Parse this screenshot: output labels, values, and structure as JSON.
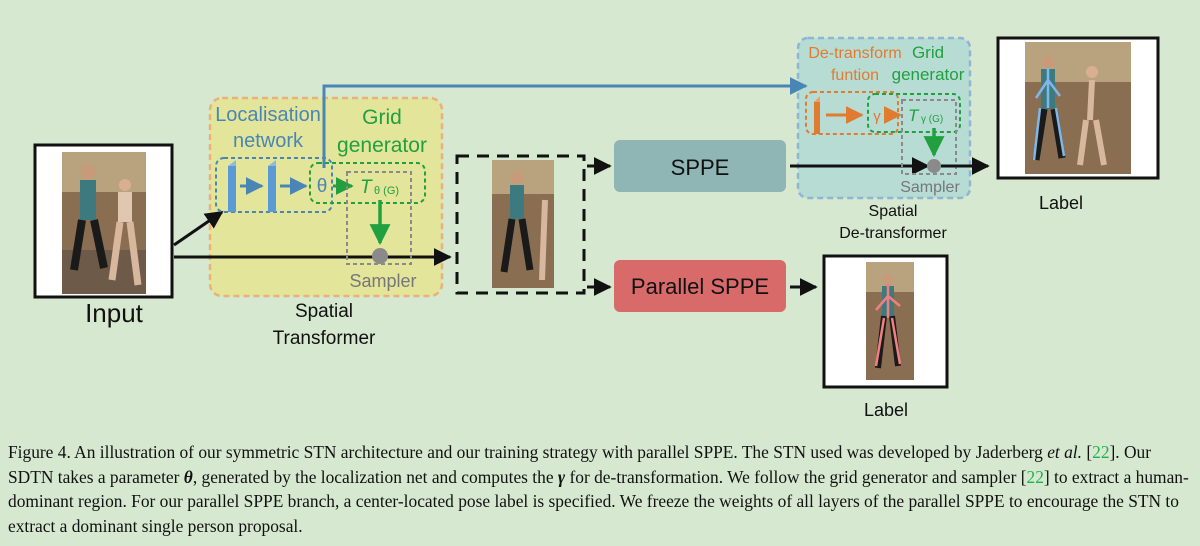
{
  "figure": {
    "input_label": "Input",
    "spatial_transformer": {
      "title_line1": "Spatial",
      "title_line2": "Transformer",
      "localisation_line1": "Localisation",
      "localisation_line2": "network",
      "grid_line1": "Grid",
      "grid_line2": "generator",
      "theta_symbol": "θ",
      "t_theta_main": "T",
      "t_theta_sub": "θ (G)",
      "sampler": "Sampler"
    },
    "sppe_label": "SPPE",
    "parallel_sppe_label": "Parallel SPPE",
    "spatial_detransformer": {
      "title_line1": "Spatial",
      "title_line2": "De-transformer",
      "detransform_line1": "De-transform",
      "detransform_line2": "funtion",
      "grid_line1": "Grid",
      "grid_line2": "generator",
      "gamma_symbol": "γ",
      "t_gamma_main": "T",
      "t_gamma_sub": "γ (G)",
      "sampler": "Sampler"
    },
    "top_label": "Label",
    "bottom_label": "Label",
    "colors": {
      "background": "#d6e8d0",
      "st_box": "#e3e59a",
      "sdt_box": "#b7dcd4",
      "sppe_box": "#8fb5b5",
      "parallel_sppe_box": "#d96a6a",
      "orange": "#e07b30",
      "blue": "#4a86b5",
      "green": "#22a040",
      "gray": "#8a8a8a"
    }
  },
  "caption": {
    "fig_num": "Figure 4.",
    "part1": " An illustration of our symmetric STN architecture and our training strategy with parallel SPPE. The STN used was developed by Jaderberg ",
    "etal": "et al.",
    "part2": " [",
    "ref1": "22",
    "part3": "]. Our SDTN takes a parameter ",
    "theta": "θ",
    "part4": ", generated by the localization net and computes the ",
    "gamma": "γ",
    "part5": " for de-transformation. We follow the grid generator and sampler [",
    "ref2": "22",
    "part6": "] to extract a human-dominant region. For our parallel SPPE branch, a center-located pose label is specified. We freeze the weights of all layers of the parallel SPPE to encourage the STN to extract a dominant single person proposal."
  }
}
